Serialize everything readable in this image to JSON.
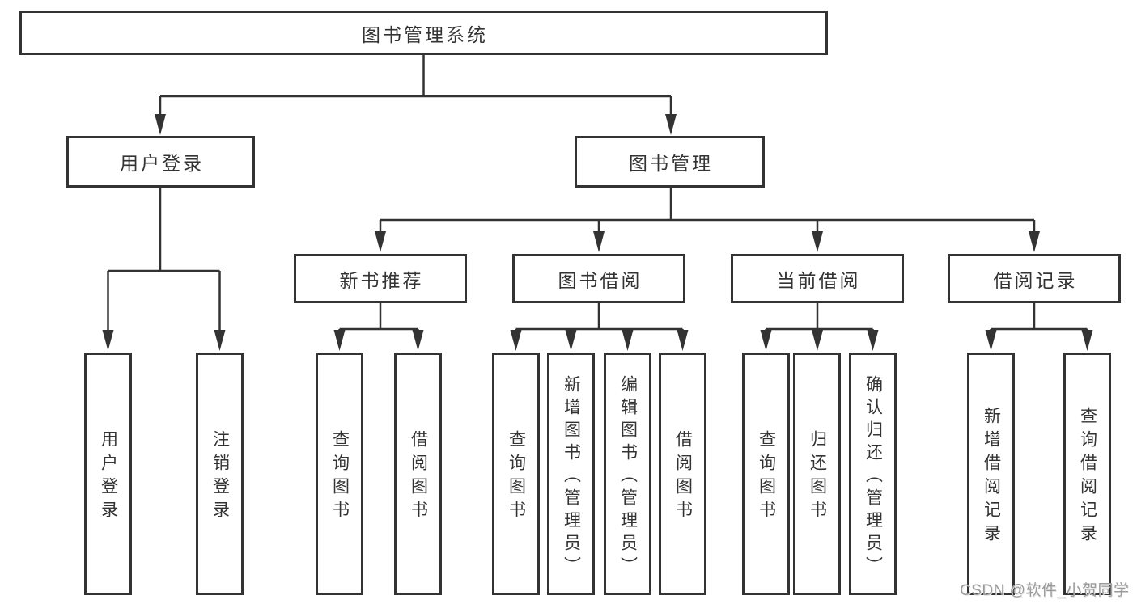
{
  "diagram": {
    "root": {
      "label": "图书管理系统"
    },
    "branches": [
      {
        "label": "用户登录",
        "children": [
          "用户登录",
          "注销登录"
        ]
      },
      {
        "label": "图书管理",
        "modules": [
          {
            "label": "新书推荐",
            "children": [
              "查询图书",
              "借阅图书"
            ]
          },
          {
            "label": "图书借阅",
            "children": [
              "查询图书",
              "新增图书（管理员）",
              "编辑图书（管理员）",
              "借阅图书"
            ]
          },
          {
            "label": "当前借阅",
            "children": [
              "查询图书",
              "归还图书",
              "确认归还（管理员）"
            ]
          },
          {
            "label": "借阅记录",
            "children": [
              "新增借阅记录",
              "查询借阅记录"
            ]
          }
        ]
      }
    ]
  },
  "watermark": {
    "text": "CSDN @软件_小贺同学"
  },
  "colors": {
    "line": "#333333",
    "text": "#333333",
    "watermark": "#9b9b9b",
    "background": "#ffffff"
  }
}
